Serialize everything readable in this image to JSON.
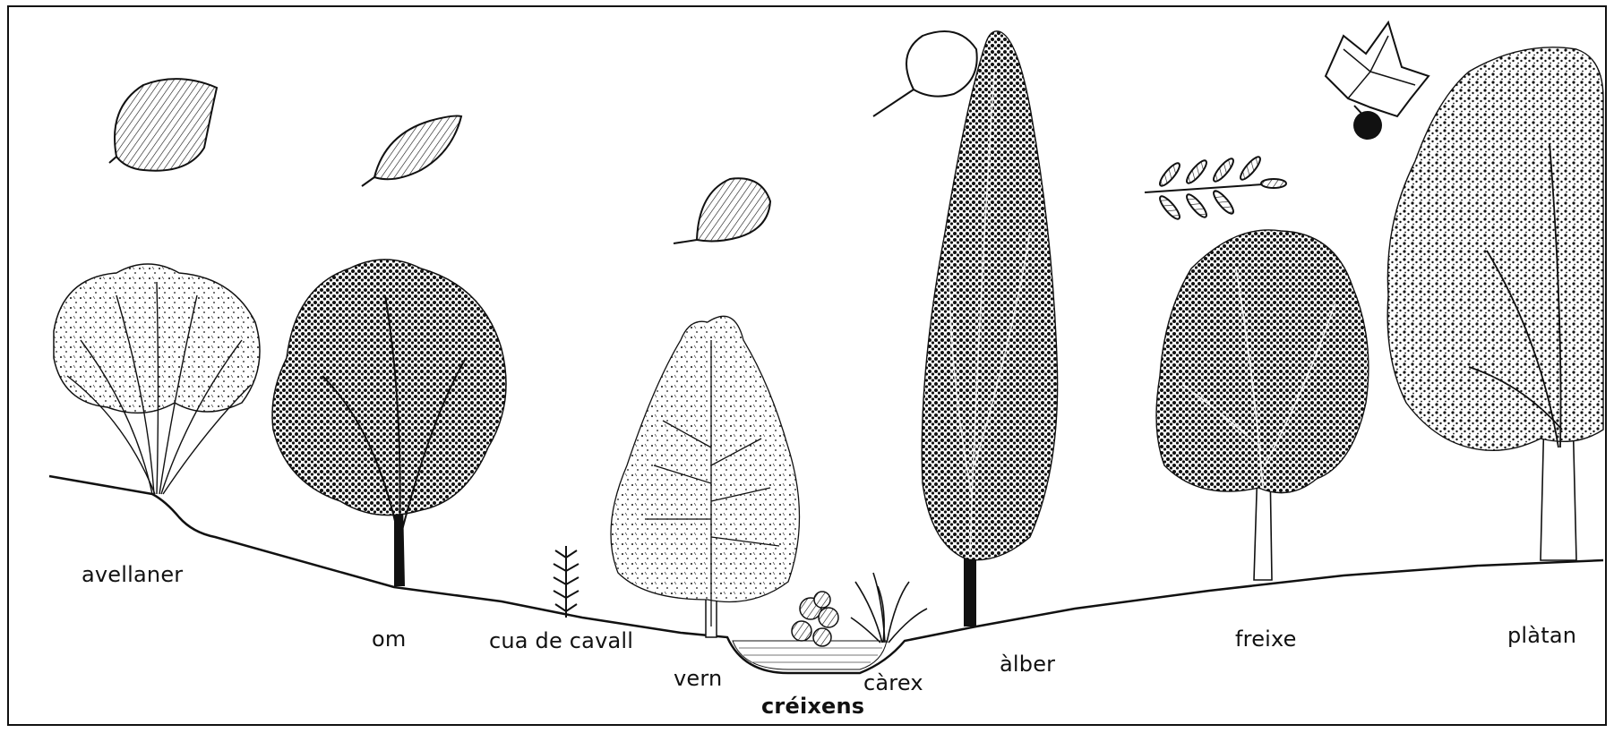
{
  "diagram": {
    "labels": {
      "avellaner": "avellaner",
      "om": "om",
      "cua_de_cavall": "cua de cavall",
      "vern": "vern",
      "creixens": "créixens",
      "carex": "càrex",
      "alber": "àlber",
      "freixe": "freixe",
      "platan": "plàtan"
    },
    "colors": {
      "ink": "#111111",
      "paper": "#ffffff",
      "water": "#9a9a9a"
    },
    "icons": [
      "hazel-leaf-icon",
      "elm-leaf-icon",
      "alder-leaf-icon",
      "poplar-leaf-icon",
      "ash-leaf-icon",
      "plane-leaf-icon",
      "plane-fruit-icon"
    ]
  }
}
